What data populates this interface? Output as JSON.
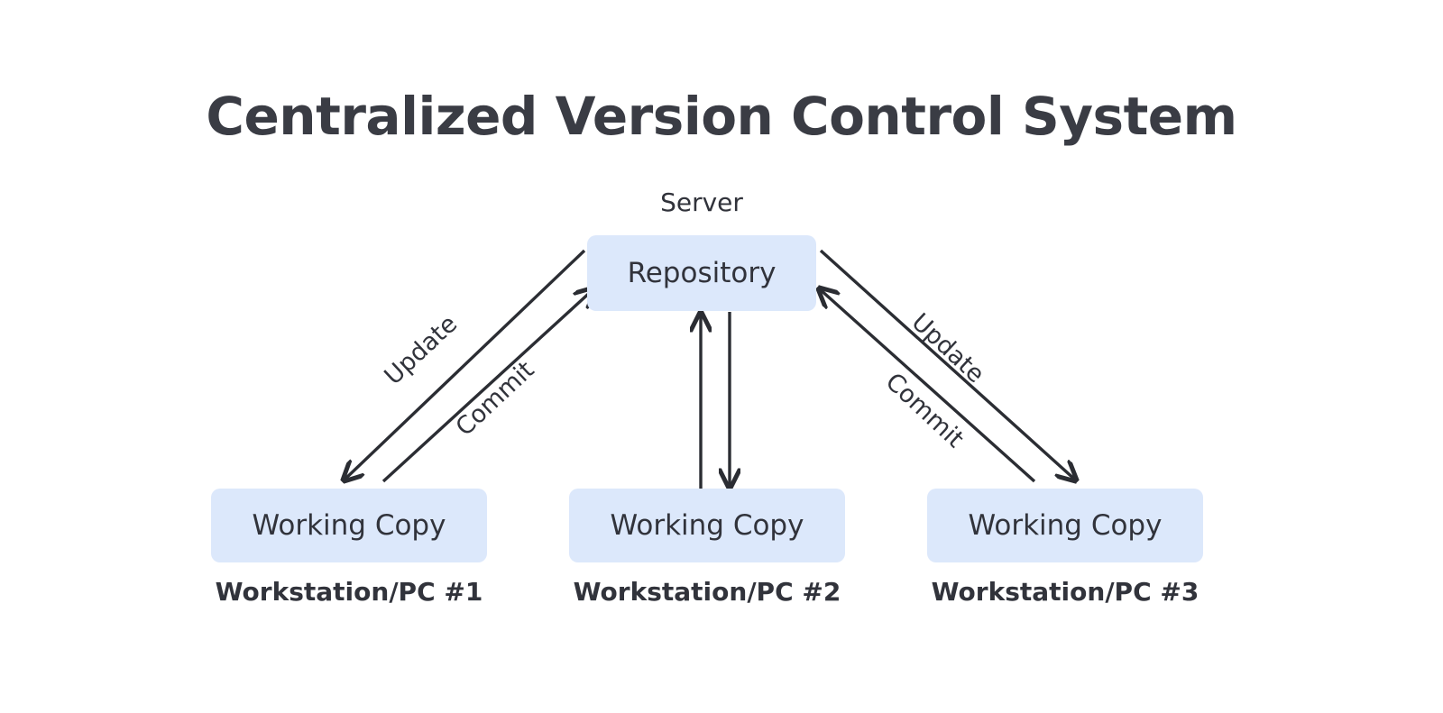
{
  "title": "Centralized Version Control System",
  "colors": {
    "box_fill": "#dce8fb",
    "text": "#31333b",
    "title": "#3a3c44",
    "arrow": "#2b2d33",
    "background": "#ffffff"
  },
  "nodes": {
    "server": {
      "caption": "Server",
      "box_label": "Repository"
    },
    "workstations": [
      {
        "box_label": "Working Copy",
        "caption": "Workstation/PC #1"
      },
      {
        "box_label": "Working Copy",
        "caption": "Workstation/PC #2"
      },
      {
        "box_label": "Working Copy",
        "caption": "Workstation/PC #3"
      }
    ]
  },
  "edges": [
    {
      "label": "Update",
      "from": "Repository",
      "to": "Workstation/PC #1",
      "direction": "down-left"
    },
    {
      "label": "Commit",
      "from": "Workstation/PC #1",
      "to": "Repository",
      "direction": "up-right"
    },
    {
      "label": "Update",
      "from": "Repository",
      "to": "Workstation/PC #3",
      "direction": "down-right"
    },
    {
      "label": "Commit",
      "from": "Workstation/PC #3",
      "to": "Repository",
      "direction": "up-left"
    },
    {
      "label": "",
      "from": "Workstation/PC #2",
      "to": "Repository",
      "direction": "up"
    },
    {
      "label": "",
      "from": "Repository",
      "to": "Workstation/PC #2",
      "direction": "down"
    }
  ]
}
